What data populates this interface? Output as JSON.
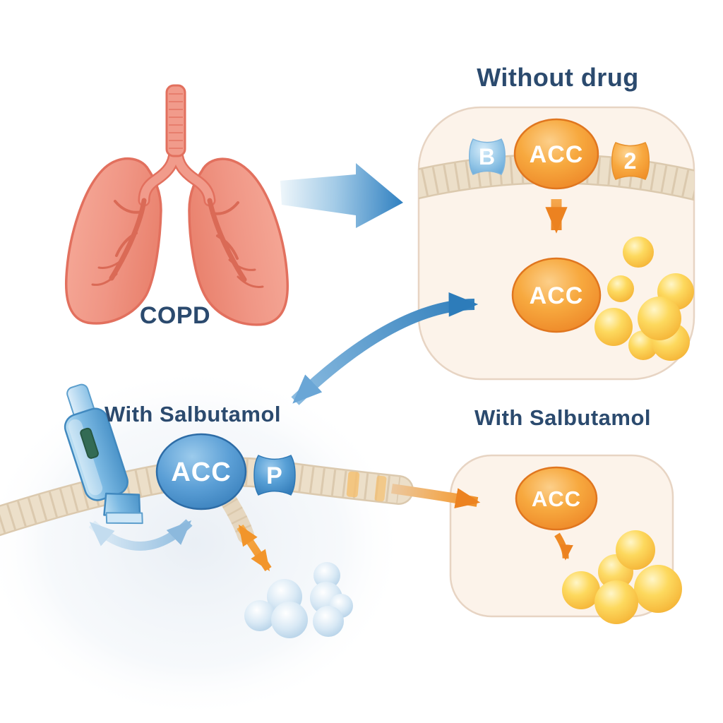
{
  "figure": {
    "copd": {
      "label": "COPD"
    },
    "without_drug_panel": {
      "title": "Without drug",
      "beta_receptor_label": "B",
      "receptor_subtype_label": "2",
      "adenylyl_cyclase_membrane_label": "ACC",
      "adenylyl_cyclase_active_label": "ACC"
    },
    "salbutamol_membrane_scene": {
      "title": "With Salbutamol",
      "adenylyl_cyclase_label": "ACC",
      "phosphate_label": "P"
    },
    "salbutamol_cell_panel": {
      "title": "With Salbutamol",
      "adenylyl_cyclase_label": "ACC"
    },
    "colors": {
      "navy_text": "#2b4a6e",
      "cell_fill": "#fcf3ea",
      "cell_border": "#e7d4c3",
      "membrane_beige": "#ecdfc9",
      "membrane_rib": "#d8c5a9",
      "enzyme_orange": "#f09a32",
      "enzyme_blue": "#4d97d0",
      "camp_yellow": "#f9c94e",
      "molecule_blue": "#cbe0f0",
      "arrow_blue": "#2f82c3",
      "arrow_orange": "#ef8c22",
      "lung_pink": "#f09a8a",
      "inhaler_blue": "#6fb3e0"
    }
  }
}
